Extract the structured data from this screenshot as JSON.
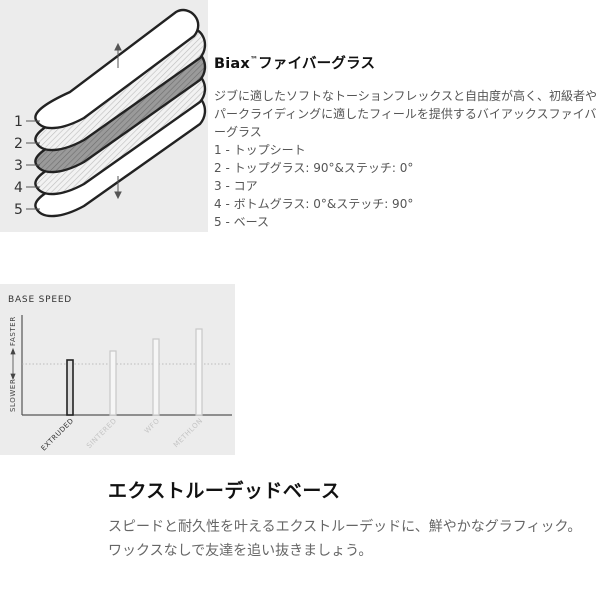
{
  "layers": {
    "numbers": [
      "1",
      "2",
      "3",
      "4",
      "5"
    ]
  },
  "biax": {
    "title": "Biax",
    "trademark": "™",
    "title_rest": "ファイバーグラス",
    "description": "ジブに適したソフトなトーションフレックスと自由度が高く、初級者やパークライディングに適したフィールを提供するバイアックスファイバーグラス",
    "items": [
      "1 - トップシート",
      "2 - トップグラス: 90°&ステッチ: 0°",
      "3 - コア",
      "4 - ボトムグラス: 0°&ステッチ: 90°",
      "5 - ベース"
    ]
  },
  "speed_chart": {
    "title": "BASE SPEED",
    "y_top_label": "FASTER",
    "y_bottom_label": "SLOWER",
    "colors": {
      "highlight": "#222222",
      "muted": "#c8c8c8",
      "axis": "#555555"
    }
  },
  "chart_data": {
    "type": "bar",
    "categories": [
      "EXTRUDED",
      "SINTERED",
      "WFO",
      "METHLON"
    ],
    "values": [
      0.55,
      0.64,
      0.76,
      0.86
    ],
    "ylim": [
      0,
      1
    ],
    "ylabel": "SLOWER ← → FASTER",
    "highlighted": "EXTRUDED",
    "grid": false
  },
  "base": {
    "title": "エクストルーデッドベース",
    "description": "スピードと耐久性を叶えるエクストルーデッドに、鮮やかなグラフィック。ワックスなしで友達を追い抜きましょう。"
  }
}
